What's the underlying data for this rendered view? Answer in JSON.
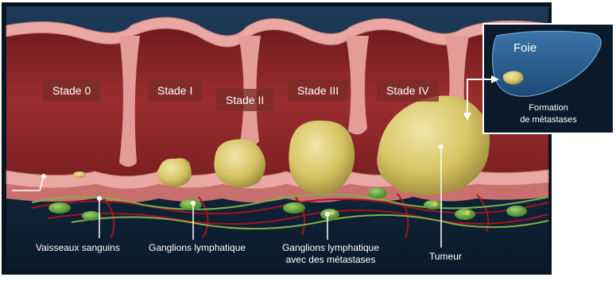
{
  "stages": [
    {
      "label": "Stade 0"
    },
    {
      "label": "Stade I"
    },
    {
      "label": "Stade II"
    },
    {
      "label": "Stade III"
    },
    {
      "label": "Stade IV"
    }
  ],
  "liver": {
    "label": "Foie",
    "caption_line1": "Formation",
    "caption_line2": "de métastases"
  },
  "legend": {
    "vessels": "Vaisseaux sanguins",
    "nodes": "Ganglions lymphatique",
    "nodes_meta_line1": "Ganglions lymphatique",
    "nodes_meta_line2": "avec des métastases",
    "tumor": "Tumeur"
  },
  "colors": {
    "background": "#0f2438",
    "wall": "#e9a8a4",
    "lumen": "#8c2327",
    "tumor": "#d8c768",
    "lymph_node": "#58a334",
    "vessel": "#a11422",
    "lymph_vessel": "#7fb04a",
    "label_box": "#7a2c28"
  }
}
